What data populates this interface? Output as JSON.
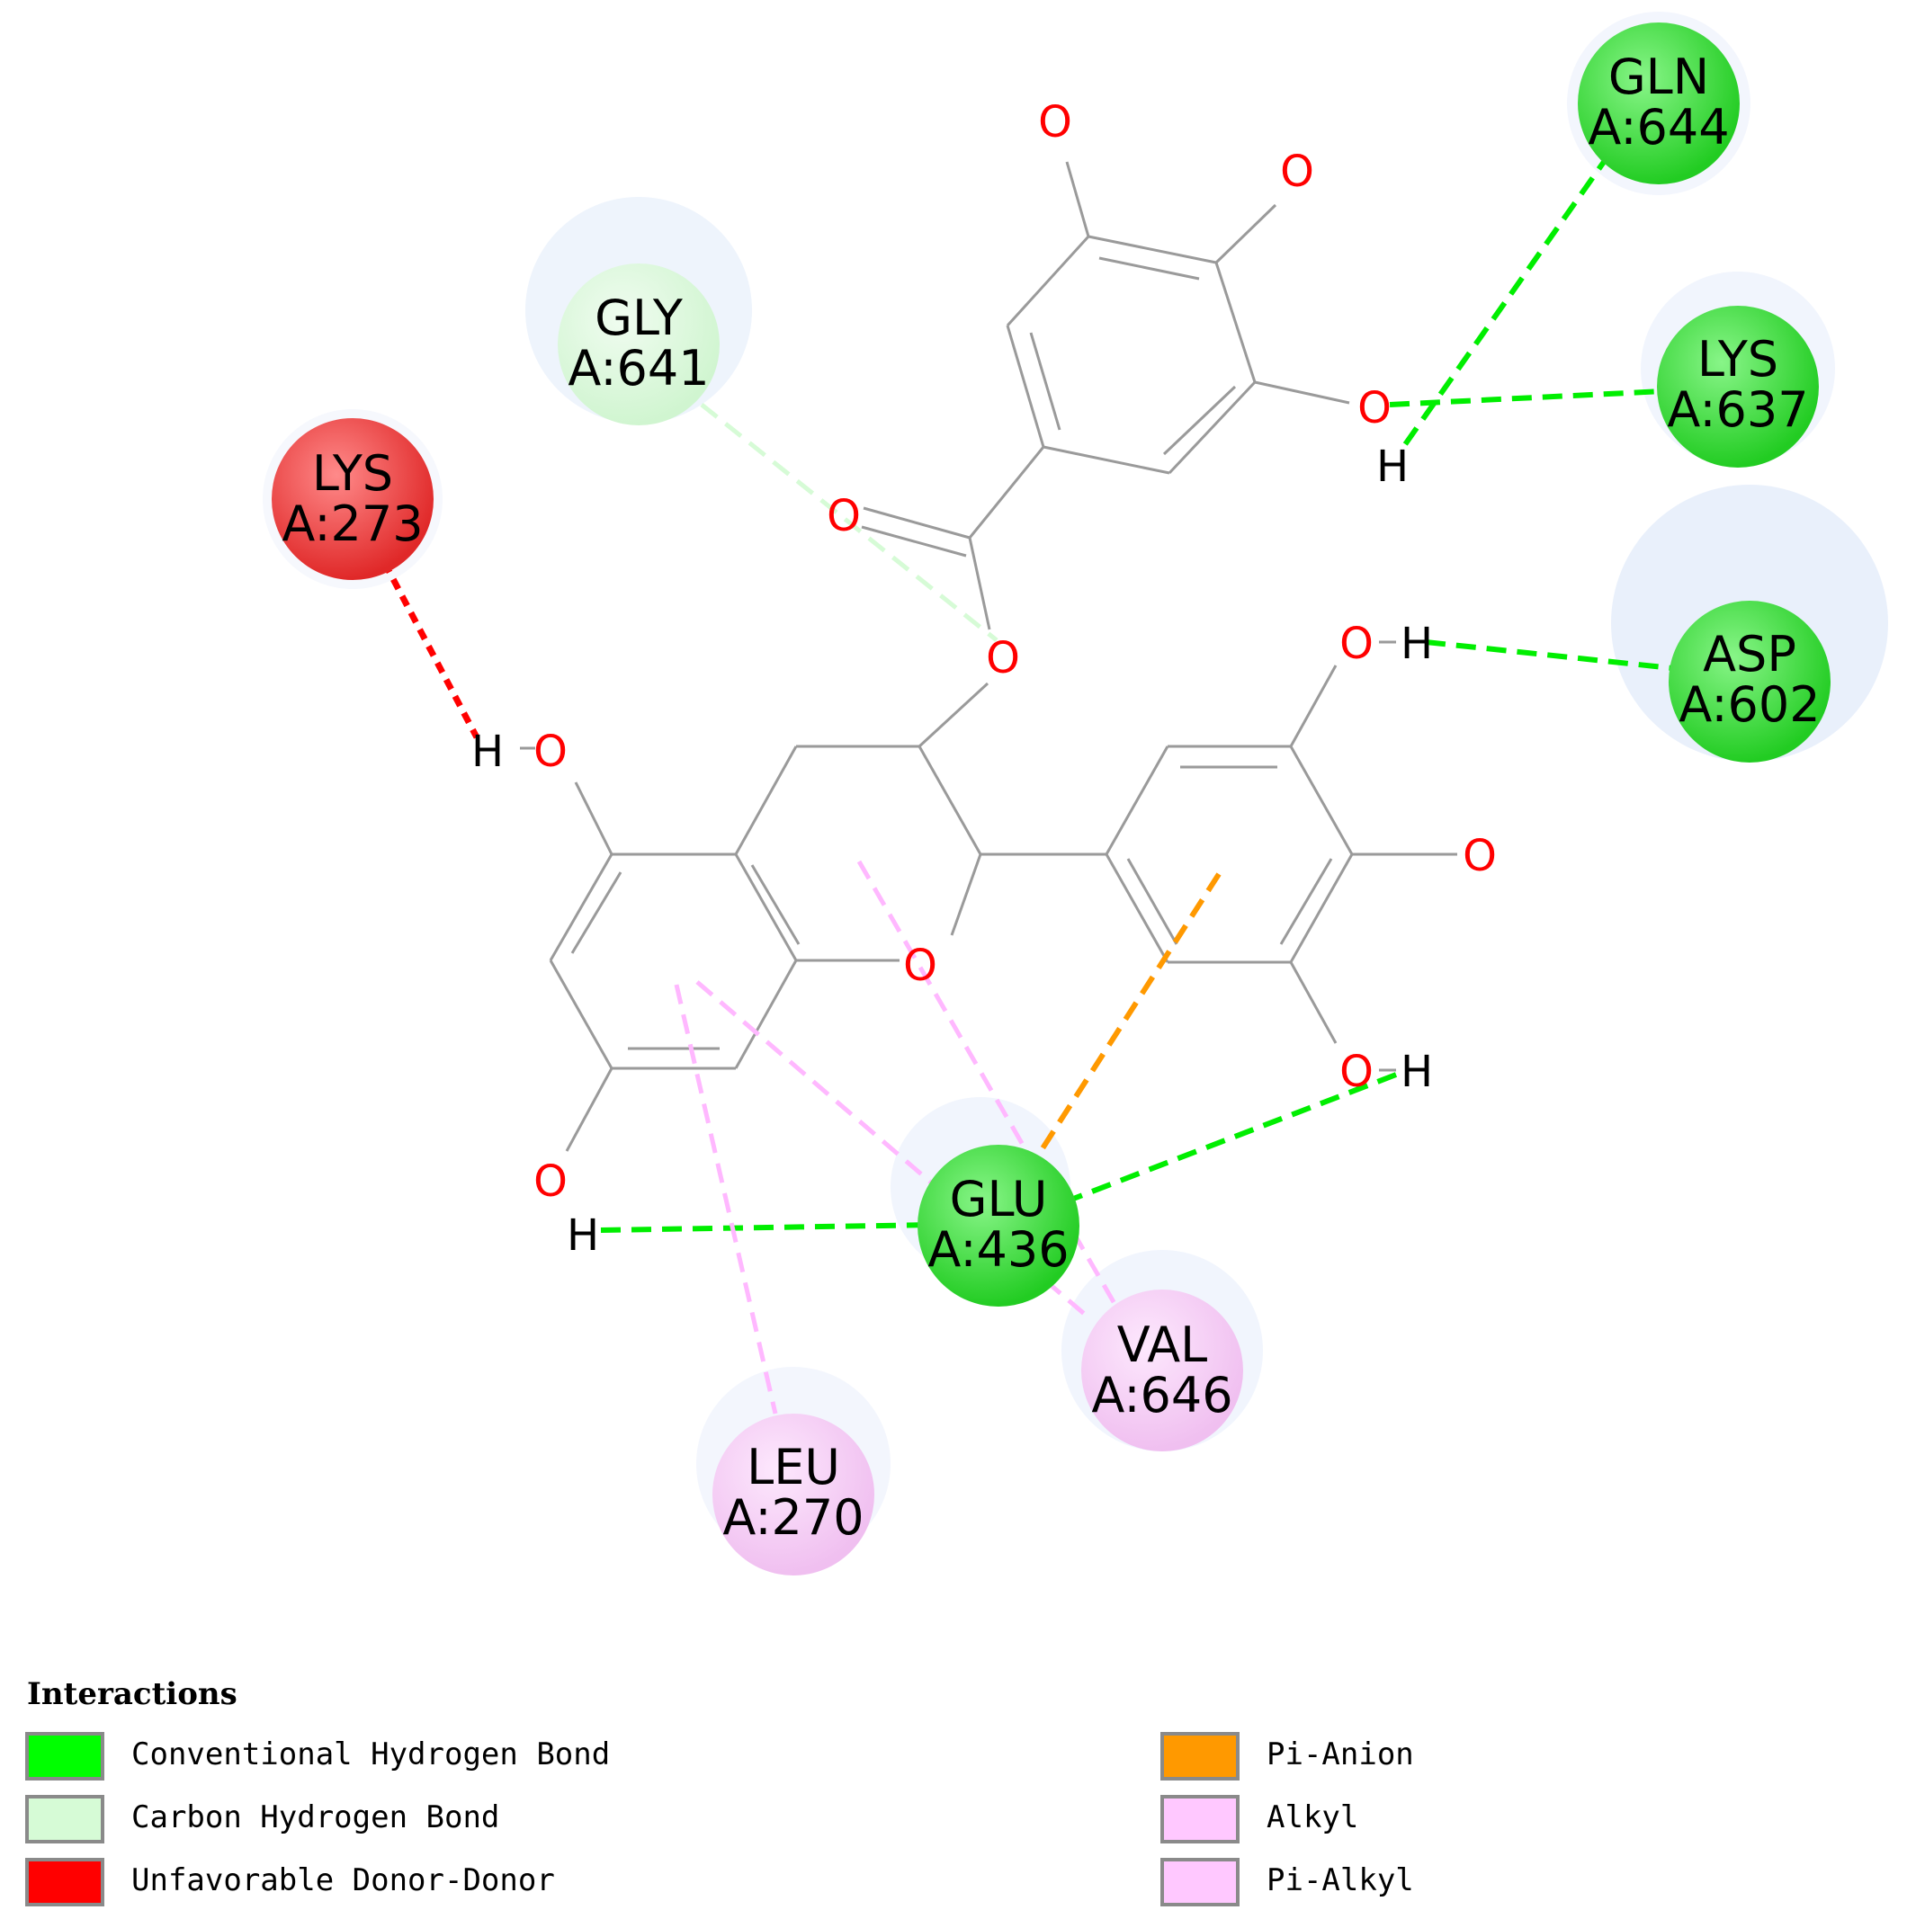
{
  "atoms": {
    "o_top1": "O",
    "o_top2": "O",
    "o_top3": "O",
    "o_carbonyl": "O",
    "o_ester": "O",
    "o_ring": "O",
    "o_5": "O",
    "o_7": "O",
    "o_r1": "O",
    "o_r2": "O",
    "o_r3": "O",
    "h_top3": "H",
    "h_5": "H",
    "h_7": "H",
    "h_r1": "H",
    "h_r3": "H"
  },
  "residues": [
    {
      "id": "gln644",
      "name": "GLN",
      "chain": "A:644",
      "color": "#33dd33"
    },
    {
      "id": "lys637",
      "name": "LYS",
      "chain": "A:637",
      "color": "#33dd33"
    },
    {
      "id": "gly641",
      "name": "GLY",
      "chain": "A:641",
      "color": "#d8f7d8"
    },
    {
      "id": "lys273",
      "name": "LYS",
      "chain": "A:273",
      "color": "#ee3333"
    },
    {
      "id": "asp602",
      "name": "ASP",
      "chain": "A:602",
      "color": "#33dd33"
    },
    {
      "id": "glu436",
      "name": "GLU",
      "chain": "A:436",
      "color": "#33dd33"
    },
    {
      "id": "val646",
      "name": "VAL",
      "chain": "A:646",
      "color": "#f5c6f5"
    },
    {
      "id": "leu270",
      "name": "LEU",
      "chain": "A:270",
      "color": "#f5c6f5"
    }
  ],
  "legend": {
    "title": "Interactions",
    "items": [
      {
        "label": "Conventional Hydrogen Bond",
        "color": "#00ff00"
      },
      {
        "label": "Carbon Hydrogen Bond",
        "color": "#d6fbd6"
      },
      {
        "label": "Unfavorable Donor-Donor",
        "color": "#ff0000"
      },
      {
        "label": "Pi-Anion",
        "color": "#ff9900"
      },
      {
        "label": "Alkyl",
        "color": "#ffc8ff"
      },
      {
        "label": "Pi-Alkyl",
        "color": "#ffc8ff"
      }
    ]
  }
}
